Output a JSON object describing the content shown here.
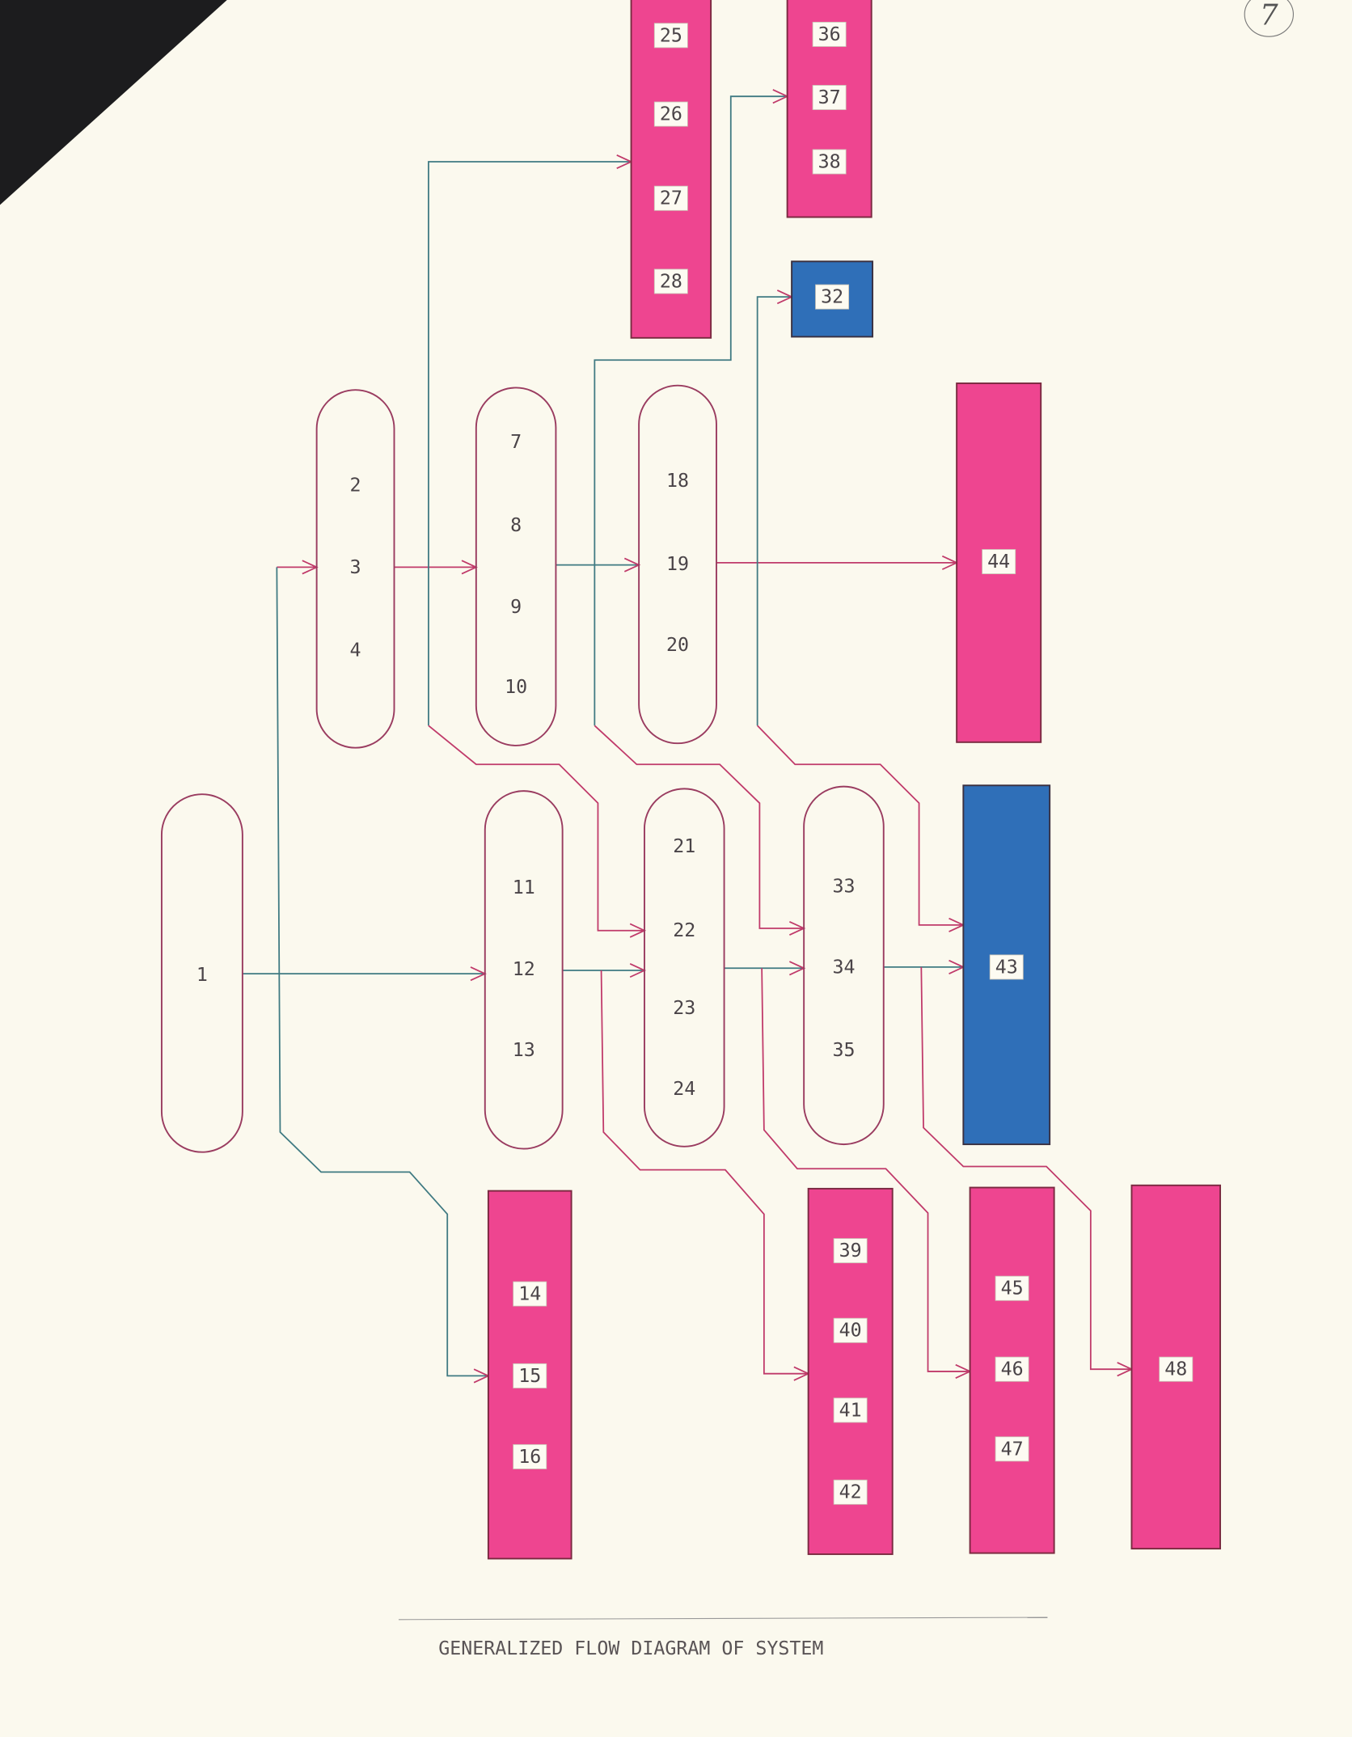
{
  "page_number": "7",
  "title": "GENERALIZED FLOW DIAGRAM OF SYSTEM",
  "colors": {
    "paper": "#fbf9ee",
    "pink": "#ee4590",
    "blue": "#2f6fb8",
    "line_teal": "#3f7a82",
    "line_magenta": "#c03a6a"
  },
  "nodes": {
    "p1": [
      "1"
    ],
    "p2": [
      "2",
      "3",
      "4"
    ],
    "p3": [
      "7",
      "8",
      "9",
      "10"
    ],
    "p4": [
      "18",
      "19",
      "20"
    ],
    "p5": [
      "11",
      "12",
      "13"
    ],
    "p6": [
      "21",
      "22",
      "23",
      "24"
    ],
    "p7": [
      "33",
      "34",
      "35"
    ],
    "b25": [
      "25",
      "26",
      "27",
      "28"
    ],
    "b36": [
      "36",
      "37",
      "38"
    ],
    "b32": [
      "32"
    ],
    "b44": [
      "44"
    ],
    "b43": [
      "43"
    ],
    "b14": [
      "14",
      "15",
      "16"
    ],
    "b39": [
      "39",
      "40",
      "41",
      "42"
    ],
    "b45": [
      "45",
      "46",
      "47"
    ],
    "b48": [
      "48"
    ]
  }
}
